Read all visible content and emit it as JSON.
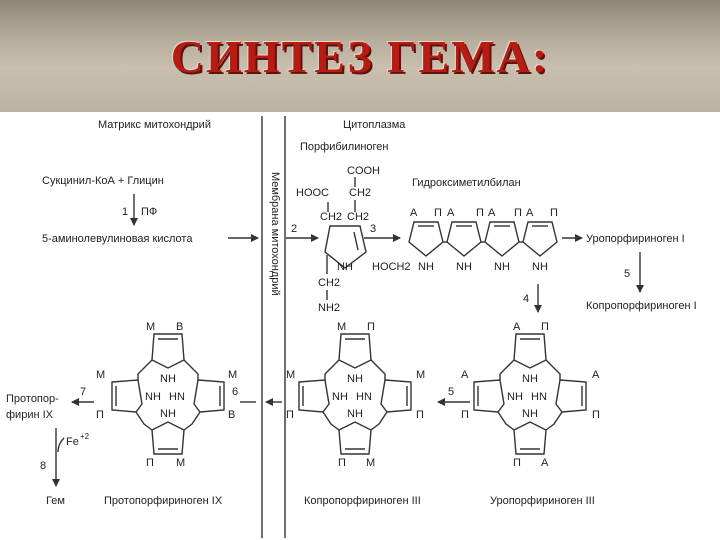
{
  "title": "СИНТЕЗ ГЕМА:",
  "headers": {
    "matrix": "Матрикс митохондрий",
    "cytoplasm": "Цитоплазма",
    "membrane": "Мембрана митохондрий"
  },
  "left": {
    "substrates": "Сукцинил-КоА + Глицин",
    "step1_num": "1",
    "step1_cofactor": "ПФ",
    "ala": "5-аминолевулиновая кислота"
  },
  "porphobilinogen": {
    "name": "Порфибилиноген",
    "cooh": "COOH",
    "hooc": "HOOC",
    "ch2a": "CH2",
    "ch2b": "CH2",
    "ch2c": "CH2",
    "nh": "NH",
    "ch2d": "CH2",
    "nh2": "NH2"
  },
  "hmb": {
    "name": "Гидроксиметилбилан",
    "letters": [
      "А",
      "П",
      "А",
      "П",
      "А",
      "П",
      "А",
      "П"
    ],
    "hoch2": "HOCH2",
    "nh": [
      "NH",
      "NH",
      "NH",
      "NH"
    ]
  },
  "steps": {
    "s2": "2",
    "s3": "3",
    "s4": "4",
    "s5a": "5",
    "s5b": "5",
    "s6": "6",
    "s7": "7",
    "s8": "8"
  },
  "side_products": {
    "uro1": "Уропорфириноген I",
    "copro1": "Копропорфириноген I"
  },
  "porphyrins": [
    {
      "name": "Уропорфириноген III",
      "top": [
        "А",
        "П"
      ],
      "left": "А",
      "left2": "П",
      "right": "А",
      "right2": "П",
      "bottom": [
        "П",
        "А"
      ],
      "nh_top": "NH",
      "nh_left": "NH",
      "hn_right": "HN",
      "nh_bottom": "NH"
    },
    {
      "name": "Копропорфириноген III",
      "top": [
        "М",
        "П"
      ],
      "left": "М",
      "left2": "П",
      "right": "М",
      "right2": "П",
      "bottom": [
        "П",
        "М"
      ],
      "nh_top": "NH",
      "nh_left": "NH",
      "hn_right": "HN",
      "nh_bottom": "NH"
    },
    {
      "name": "Протопорфириноген IX",
      "top": [
        "М",
        "В"
      ],
      "left": "М",
      "left2": "П",
      "right": "М",
      "right2": "В",
      "bottom": [
        "П",
        "М"
      ],
      "nh_top": "NH",
      "nh_left": "NH",
      "hn_right": "HN",
      "nh_bottom": "NH"
    }
  ],
  "final": {
    "protoporphyrin_line1": "Протопор-",
    "protoporphyrin_line2": "фирин IX",
    "fe": "Fe",
    "fe_charge": "+2",
    "heme": "Гем"
  }
}
